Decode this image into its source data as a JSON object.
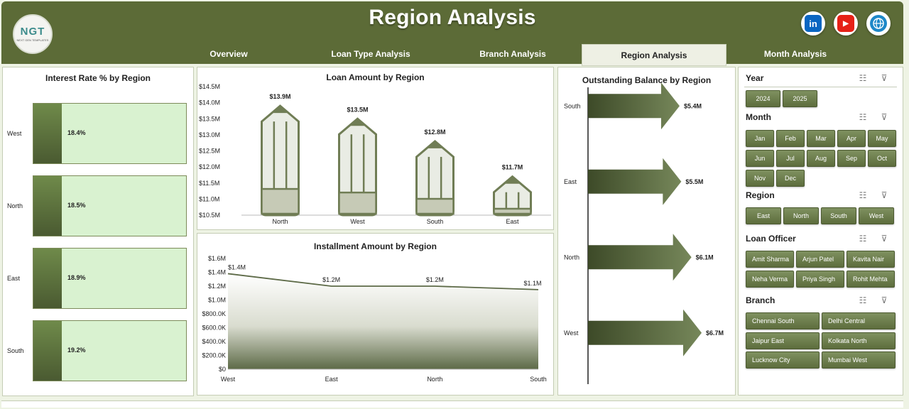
{
  "header": {
    "title": "Region Analysis",
    "logo": {
      "text": "NGT",
      "subtext": "NEXT GEN TEMPLATES"
    },
    "social": [
      {
        "name": "linkedin-icon",
        "glyph": "in",
        "color": "#0a66c2"
      },
      {
        "name": "youtube-icon",
        "glyph": "▶",
        "color": "#e62117"
      },
      {
        "name": "globe-icon",
        "glyph": "🌐",
        "color": "#1e88c8"
      }
    ],
    "tabs": [
      {
        "label": "Overview",
        "active": false
      },
      {
        "label": "Loan Type Analysis",
        "active": false
      },
      {
        "label": "Branch  Analysis",
        "active": false
      },
      {
        "label": "Region Analysis",
        "active": true
      },
      {
        "label": "Month Analysis",
        "active": false
      }
    ]
  },
  "interest_panel": {
    "title": "Interest Rate % by Region",
    "rows": [
      {
        "region": "West",
        "value": "18.4%"
      },
      {
        "region": "North",
        "value": "18.5%"
      },
      {
        "region": "East",
        "value": "18.9%"
      },
      {
        "region": "South",
        "value": "19.2%"
      }
    ]
  },
  "loan_panel": {
    "title": "Loan Amount by Region"
  },
  "installment_panel": {
    "title": "Installment Amount by Region"
  },
  "outstanding_panel": {
    "title": "Outstanding Balance by Region"
  },
  "chart_data": [
    {
      "type": "bar",
      "title": "Loan Amount by Region",
      "categories": [
        "North",
        "West",
        "South",
        "East"
      ],
      "values": [
        13.9,
        13.5,
        12.8,
        11.7
      ],
      "data_labels": [
        "$13.9M",
        "$13.5M",
        "$12.8M",
        "$11.7M"
      ],
      "ylim": [
        10.5,
        14.5
      ],
      "yticks": [
        "$14.5M",
        "$14.0M",
        "$13.5M",
        "$13.0M",
        "$12.5M",
        "$12.0M",
        "$11.5M",
        "$11.0M",
        "$10.5M"
      ]
    },
    {
      "type": "area",
      "title": "Installment Amount by Region",
      "categories": [
        "West",
        "East",
        "North",
        "South"
      ],
      "values": [
        1.38,
        1.2,
        1.2,
        1.15
      ],
      "data_labels": [
        "$1.4M",
        "$1.2M",
        "$1.2M",
        "$1.1M"
      ],
      "ylim": [
        0,
        1.6
      ],
      "yticks": [
        "$1.6M",
        "$1.4M",
        "$1.2M",
        "$1.0M",
        "$800.0K",
        "$600.0K",
        "$400.0K",
        "$200.0K",
        "$0"
      ]
    },
    {
      "type": "bar",
      "title": "Outstanding Balance by Region",
      "categories": [
        "South",
        "East",
        "North",
        "West"
      ],
      "values": [
        5.4,
        5.5,
        6.1,
        6.7
      ],
      "data_labels": [
        "$5.4M",
        "$5.5M",
        "$6.1M",
        "$6.7M"
      ]
    }
  ],
  "slicers": {
    "year": {
      "title": "Year",
      "items": [
        "2024",
        "2025"
      ]
    },
    "month": {
      "title": "Month",
      "items": [
        "Jan",
        "Feb",
        "Mar",
        "Apr",
        "May",
        "Jun",
        "Jul",
        "Aug",
        "Sep",
        "Oct",
        "Nov",
        "Dec"
      ]
    },
    "region": {
      "title": "Region",
      "items": [
        "East",
        "North",
        "South",
        "West"
      ]
    },
    "officer": {
      "title": "Loan Officer",
      "items": [
        "Amit Sharma",
        "Arjun Patel",
        "Kavita Nair",
        "Neha Verma",
        "Priya Singh",
        "Rohit Mehta"
      ]
    },
    "branch": {
      "title": "Branch",
      "items": [
        "Chennai South",
        "Delhi Central",
        "Jaipur East",
        "Kolkata North",
        "Lucknow City",
        "Mumbai West"
      ]
    }
  }
}
